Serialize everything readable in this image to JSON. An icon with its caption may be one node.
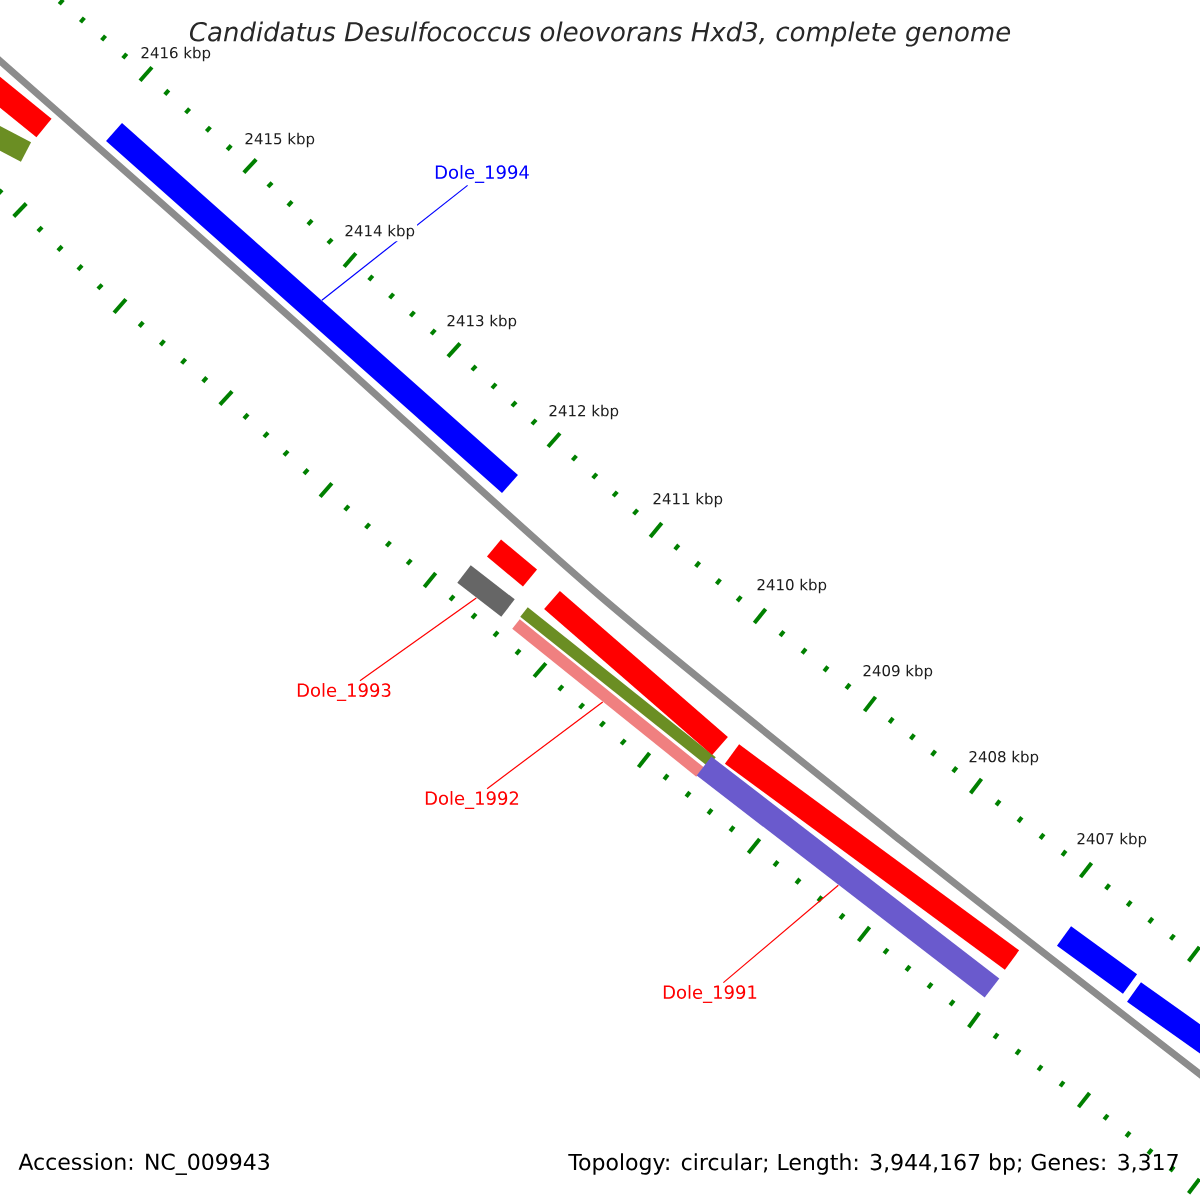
{
  "diagram": {
    "title": "Candidatus Desulfococcus oleovorans Hxd3, complete genome",
    "nodes": [
      {
        "text": [
          "Dole_1994"
        ]
      },
      {
        "text": [],
        "shape": "bar"
      },
      {
        "text": [],
        "shape": "bar"
      },
      {
        "text": [
          "Dole_1993"
        ]
      },
      {
        "text": [],
        "shape": "bar"
      },
      {
        "text": [
          "Dole_1992"
        ]
      },
      {
        "text": [],
        "shape": "bar"
      },
      {
        "text": [
          "Dole_1991"
        ]
      }
    ],
    "edges": [
      {
        "from": 0,
        "to": 1,
        "arrow": "none",
        "color": "#0000ff"
      },
      {
        "from": 3,
        "to": 2,
        "arrow": "none"
      },
      {
        "from": 5,
        "to": 4,
        "arrow": "none"
      },
      {
        "from": 7,
        "to": 6,
        "arrow": "none"
      }
    ],
    "labels": [
      "2416 kbp",
      "2415 kbp",
      "2414 kbp",
      "2413 kbp",
      "2412 kbp",
      "2411 kbp",
      "2410 kbp",
      "2409 kbp",
      "2408 kbp",
      "2407 kbp",
      "Accession: NC_009943",
      "Topology: circular; Length: 3,944,167 bp; Genes: 3,317"
    ]
  }
}
